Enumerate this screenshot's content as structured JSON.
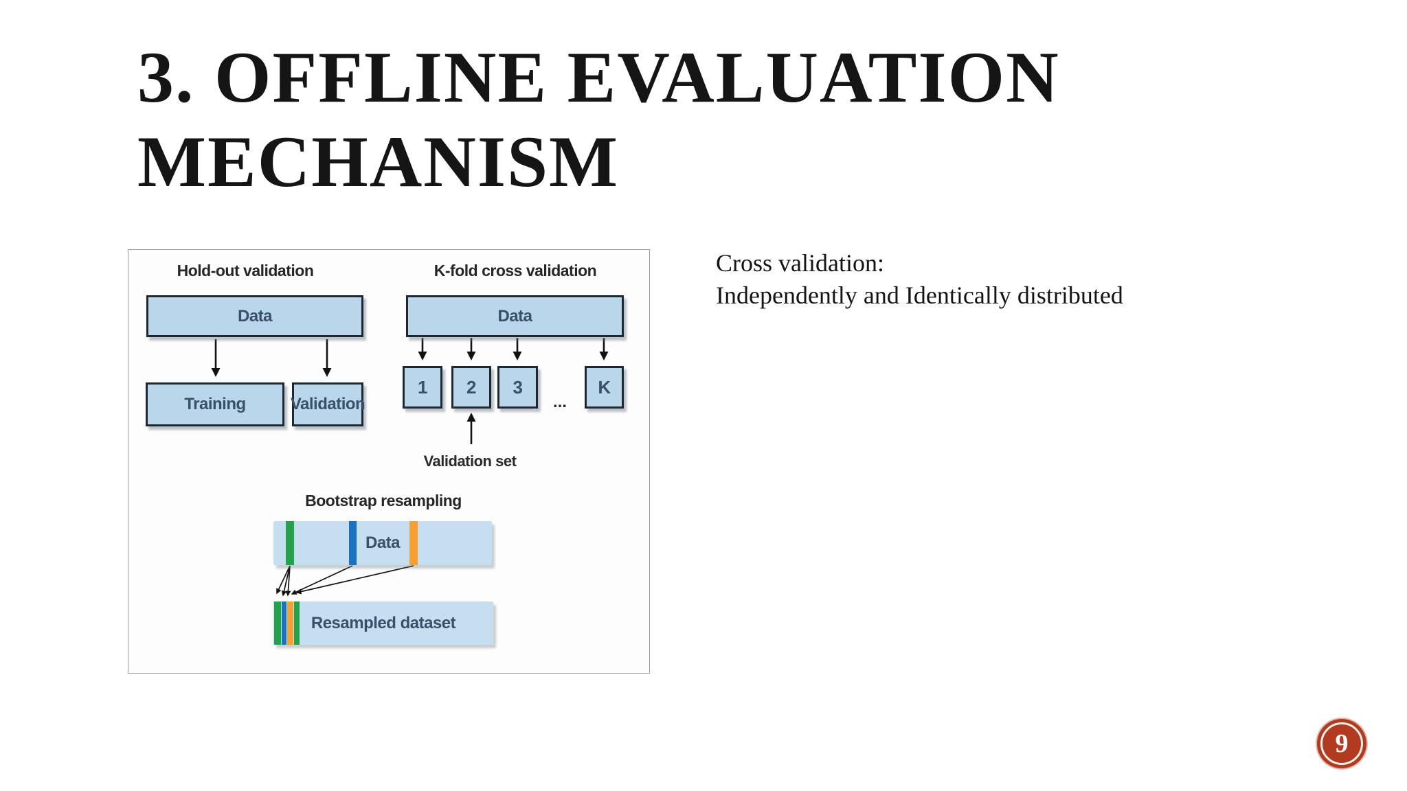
{
  "slide": {
    "title": "3. OFFLINE EVALUATION\nMECHANISM",
    "note_line1": "Cross validation:",
    "note_line2": "Independently and Identically distributed",
    "page_number": "9"
  },
  "figure": {
    "holdout": {
      "label": "Hold-out validation",
      "data_box": "Data",
      "training_box": "Training",
      "validation_box": "Validation"
    },
    "kfold": {
      "label": "K-fold cross validation",
      "data_box": "Data",
      "fold_boxes": [
        "1",
        "2",
        "3",
        "K"
      ],
      "ellipsis": "...",
      "validation_set_label": "Validation set"
    },
    "bootstrap": {
      "label": "Bootstrap resampling",
      "data_bar": "Data",
      "resampled_bar": "Resampled dataset"
    },
    "colors": {
      "box_fill": "#b9d6ea",
      "box_border": "#1d2932",
      "bar_fill": "#c6dff0",
      "stripe_green": "#24a14b",
      "stripe_blue": "#1a72c4",
      "stripe_orange": "#f4a12f",
      "box_text": "#3a5068",
      "label_text": "#262626",
      "badge_red": "#b23a1e"
    }
  }
}
